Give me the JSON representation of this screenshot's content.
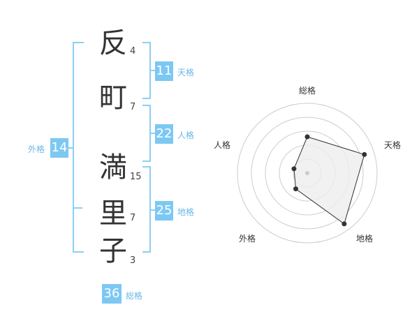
{
  "name": {
    "characters": [
      {
        "char": "反",
        "strokes": "4"
      },
      {
        "char": "町",
        "strokes": "7"
      },
      {
        "char": "満",
        "strokes": "15"
      },
      {
        "char": "里",
        "strokes": "7"
      },
      {
        "char": "子",
        "strokes": "3"
      }
    ]
  },
  "fortunes": {
    "tenkaku": {
      "value": "11",
      "label": "天格"
    },
    "jinkaku": {
      "value": "22",
      "label": "人格"
    },
    "chikaku": {
      "value": "25",
      "label": "地格"
    },
    "gaikaku": {
      "value": "14",
      "label": "外格"
    },
    "soukaku": {
      "value": "36",
      "label": "総格"
    }
  },
  "radar": {
    "labels": {
      "soukaku": "総格",
      "tenkaku": "天格",
      "chikaku": "地格",
      "gaikaku": "外格",
      "jinkaku": "人格"
    },
    "max": 5,
    "values": {
      "soukaku": 2.6,
      "tenkaku": 4.3,
      "chikaku": 4.5,
      "gaikaku": 1.4,
      "jinkaku": 1.0
    },
    "fill_color": "#eeeeee",
    "stroke_color": "#333333",
    "ring_color": "#cccccc"
  },
  "colors": {
    "accent": "#7cc8f3",
    "bracket": "#8ccff2",
    "label": "#6ab8e6"
  }
}
